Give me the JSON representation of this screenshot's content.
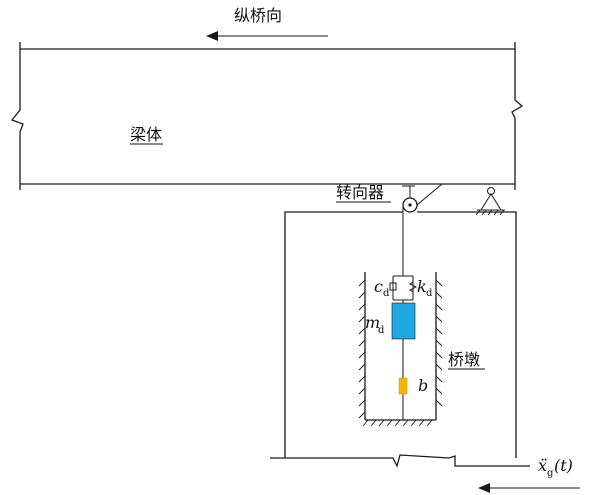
{
  "labels": {
    "longitudinal": "纵桥向",
    "girder": "梁体",
    "diverter": "转向器",
    "pier": "桥墩",
    "damping": "c",
    "damping_sub": "d",
    "stiffness": "k",
    "stiffness_sub": "d",
    "mass": "m",
    "mass_sub": "d",
    "inerter": "b",
    "ground_accel": "ẍ",
    "ground_accel_sub": "g",
    "ground_accel_arg": "(t)"
  },
  "colors": {
    "mass_block": "#1ea7e1",
    "inerter_block": "#f2b705",
    "line": "#1a1a1a"
  },
  "icons": {
    "pulley": "pulley-icon",
    "pin_support": "pin-support-icon",
    "arrow_left": "arrow-left-icon"
  }
}
